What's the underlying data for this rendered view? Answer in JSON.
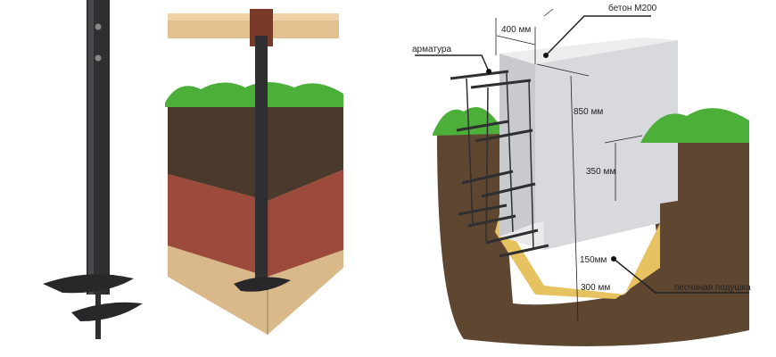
{
  "labels": {
    "concrete": "бетон М200",
    "width": "400 мм",
    "rebar": "арматура",
    "height_total": "850 мм",
    "height_above": "350 мм",
    "footing": "150мм",
    "sand_depth": "300 мм",
    "sand_cushion": "песчаная подушка"
  },
  "colors": {
    "pile": "#2f2f31",
    "wood": "#e2c08f",
    "grass": "#4caf3a",
    "topsoil": "#4a3a2c",
    "clay": "#9c4a3c",
    "sand": "#d9b98a",
    "concrete": "#d7d9dc",
    "soil": "#5e4630",
    "sand_cushion": "#e6c260"
  }
}
